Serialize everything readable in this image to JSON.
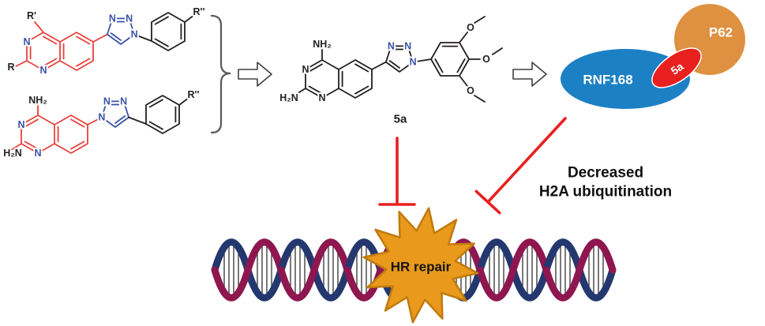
{
  "atoms": {
    "nitrogen": "N",
    "oxygen": "O",
    "amine_top": "NH₂",
    "amine_left": "H₂N"
  },
  "substituents": {
    "r_prime": "R'",
    "r": "R",
    "r_double_prime": "R''"
  },
  "compound": {
    "label": "5a"
  },
  "complex": {
    "rnf168_label": "RNF168",
    "p62_label": "P62",
    "compound_label": "5a"
  },
  "annotation": {
    "line1": "Decreased",
    "line2": "H2A ubiquitination"
  },
  "dna": {
    "star_label": "HR repair"
  },
  "colors": {
    "structure_red": "#e8423c",
    "atom_blue": "#3a53a4",
    "structure_black": "#231f20",
    "inhibition_red": "#e8201f",
    "rnf168_blue": "#1c80c5",
    "p62_orange": "#de9140",
    "compound_ellipse_red": "#e8201f",
    "star_orange": "#e9991b",
    "helix_navy": "#24386f",
    "helix_crimson": "#8e1750"
  }
}
